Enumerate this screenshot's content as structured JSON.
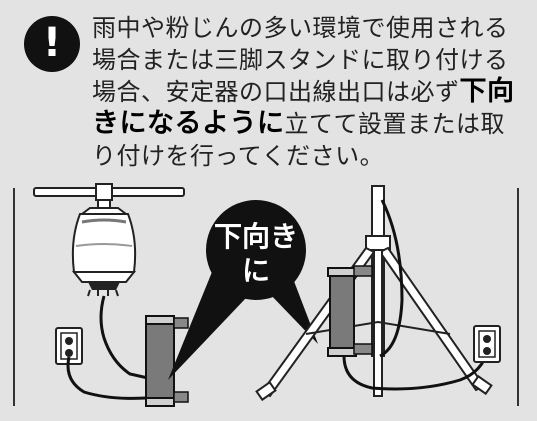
{
  "warning": {
    "icon": "exclamation-icon",
    "icon_glyph": "!",
    "text_before": "雨中や粉じんの多い環境で使用される場合または三脚スタンドに取り付ける場合、安定器の口出線出口は必ず",
    "text_emphasis": "下向きになるように",
    "text_after": "立てて設置または取り付けを行ってください。"
  },
  "callout": {
    "line1": "下向き",
    "line2": "に"
  },
  "colors": {
    "panel_bg": "#e3e3e3",
    "ink": "#111111",
    "ballast_gray": "#7a7a7a"
  }
}
